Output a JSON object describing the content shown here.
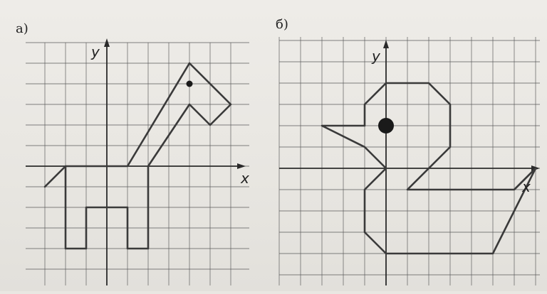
{
  "panels": [
    {
      "label": "а)",
      "x_axis_label": "x",
      "y_axis_label": "y",
      "figure": "giraffe",
      "figure_color": "#3a3a3a",
      "polyline_points": [
        [
          -3,
          -1
        ],
        [
          -2,
          0
        ],
        [
          1,
          0
        ],
        [
          4,
          5
        ],
        [
          6,
          3
        ],
        [
          5,
          2
        ],
        [
          4,
          3
        ],
        [
          2,
          0
        ],
        [
          2,
          -4
        ],
        [
          1,
          -4
        ],
        [
          1,
          -2
        ],
        [
          -1,
          -2
        ],
        [
          -1,
          -4
        ],
        [
          -2,
          -4
        ],
        [
          -2,
          0
        ]
      ],
      "eye_point": [
        4,
        4
      ]
    },
    {
      "label": "б)",
      "x_axis_label": "x",
      "y_axis_label": "y",
      "figure": "duck",
      "figure_color": "#3a3a3a",
      "polyline_points": [
        [
          0,
          0
        ],
        [
          -1,
          1
        ],
        [
          -3,
          2
        ],
        [
          -1,
          2
        ],
        [
          -1,
          3
        ],
        [
          0,
          4
        ],
        [
          2,
          4
        ],
        [
          3,
          3
        ],
        [
          3,
          1
        ],
        [
          1,
          -1
        ],
        [
          6,
          -1
        ],
        [
          7,
          0
        ],
        [
          5,
          -4
        ],
        [
          0,
          -4
        ],
        [
          -1,
          -3
        ],
        [
          -1,
          -1
        ],
        [
          0,
          0
        ]
      ],
      "extra_segment": [
        [
          6,
          -1
        ],
        [
          7,
          0
        ]
      ],
      "eye_point": [
        0,
        2
      ]
    }
  ],
  "colors": {
    "grid": "#5a5a5a",
    "axis": "#2a2a2a",
    "figure": "#3a3a3a"
  }
}
